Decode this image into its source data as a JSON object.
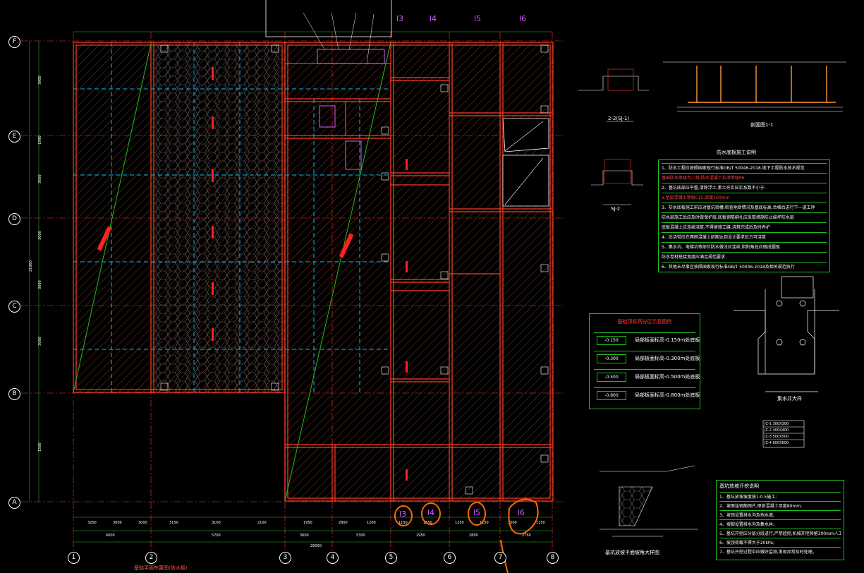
{
  "colors": {
    "background": "#000000",
    "wall": "#ff3b22",
    "wall_fill": "#8b2f1d",
    "grid_line": "#00b7ff",
    "dim_green": "#1fbf1f",
    "label_purple": "#d05cff",
    "markup_orange": "#ff6a00"
  },
  "axes": {
    "rows": [
      "F",
      "E",
      "D",
      "C",
      "B",
      "A"
    ],
    "columns": [
      "1",
      "2",
      "3",
      "4",
      "5",
      "6",
      "7",
      "8"
    ]
  },
  "top_labels": [
    "l3",
    "l4",
    "l5",
    "l6"
  ],
  "circled_labels": [
    "l3",
    "l4",
    "l5",
    "l6"
  ],
  "dimension_text": {
    "bottom_row1": [
      "3200",
      "3000",
      "3000",
      "3150",
      "3100",
      "2100",
      "1950",
      "2800",
      "1200",
      "1150",
      "1550",
      "1250",
      "1150",
      "1500",
      "1150"
    ],
    "bottom_row2": [
      "6000",
      "5700",
      "3600",
      "5300",
      "2950",
      "2800",
      "2750"
    ],
    "bottom_total": "26000",
    "left_col1": [
      "3900",
      "1990",
      "3500",
      "3000",
      "3000",
      "3000",
      "1500"
    ],
    "left_total": "21900"
  },
  "section_labels": {
    "sec_2_2": "2-2(SJ-1)",
    "sec_1_1": "剖面图1-1",
    "sec_sj2": "SJ-2",
    "sump": "集水井大样",
    "edge_detail": "基坑放坡平面坡角大样图"
  },
  "legend": {
    "title": "基础顶标高分区示意图例",
    "rows": [
      {
        "swatch": "-0.150",
        "text": "局部板面标高-0.150m处底板"
      },
      {
        "swatch": "-0.300",
        "text": "局部板面标高-0.300m处底板"
      },
      {
        "swatch": "-0.500",
        "text": "局部板面标高-0.500m处底板"
      },
      {
        "swatch": "-0.800",
        "text": "局部板面标高-0.800m处底板"
      }
    ]
  },
  "notes_upper": {
    "title": "防水底板施工说明",
    "lines": [
      {
        "text": "1、防水工程应按照国家现行标准GB/T 50046-2018.地下工程防水技术规范",
        "red": false
      },
      {
        "text": "   基础防水等级为二级,防水混凝土抗渗等级P6",
        "red": true
      },
      {
        "text": "2、基坑底部应平整,清除浮土,素土夯实压实系数不小于:",
        "red": false
      },
      {
        "text": "   a.垫层混凝土等级C15,厚度100mm",
        "red": true
      },
      {
        "text": "3、防水底板施工前应对基坑验槽,检查地质情况及基底标高,合格后进行下一道工序",
        "red": false
      },
      {
        "text": "   防水层施工后应及时做保护层,底板钢筋绑扎应采取措施防止破坏防水层",
        "red": false
      },
      {
        "text": "   底板混凝土应连续浇筑,不得留施工缝,浇筑完成后及时养护",
        "red": false
      },
      {
        "text": "4、后浇带应在两侧混凝土龄期达到设计要求后方可浇筑",
        "red": false
      },
      {
        "text": "5、集水坑、电梯坑等部位防水做法应连续,阴阳角处应做成圆弧",
        "red": false
      },
      {
        "text": "   防水卷材搭接宽度应满足规范要求",
        "red": false
      },
      {
        "text": "6、其他未尽事宜按照国家现行标准GB/T 50046-2018及相关规范执行",
        "red": false
      }
    ]
  },
  "notes_lower": {
    "title": "基坑放坡开挖说明",
    "lines": [
      "1、基坑放坡坡度按1:0.5施工;",
      "2、坡面挂钢筋网片,喷射混凝土厚度80mm;",
      "3、坡顶设置排水沟及挡水墙;",
      "4、坡脚设置排水沟及集水井;",
      "5、基坑开挖应分层分段进行,严禁超挖,机械开挖预留300mm人工清底;",
      "6、坡顶荷载不得大于20kPa;",
      "7、基坑开挖过程中应做好监测,发现异常及时处理。"
    ]
  },
  "small_table": {
    "rows": [
      "JC-1 300X300",
      "JC-2 400X400",
      "JC-3 500X500",
      "JC-4 600X600"
    ]
  },
  "plan_title": "基础平面布置图(防水板)"
}
